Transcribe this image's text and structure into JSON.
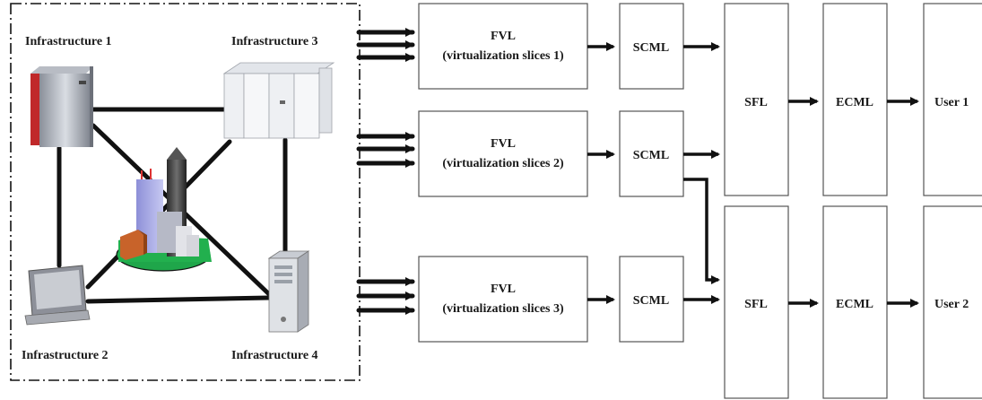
{
  "infrastructure": {
    "infra1": "Infrastructure 1",
    "infra2": "Infrastructure 2",
    "infra3": "Infrastructure 3",
    "infra4": "Infrastructure 4"
  },
  "slices": [
    {
      "title": "FVL",
      "subtitle": "(virtualization slices 1)"
    },
    {
      "title": "FVL",
      "subtitle": "(virtualization slices 2)"
    },
    {
      "title": "FVL",
      "subtitle": "(virtualization slices 3)"
    }
  ],
  "scml": [
    "SCML",
    "SCML",
    "SCML"
  ],
  "users": [
    {
      "sfl": "SFL",
      "ecml": "ECML",
      "user": "User 1"
    },
    {
      "sfl": "SFL",
      "ecml": "ECML",
      "user": "User 2"
    }
  ],
  "icons": {
    "infra1": "mainframe-server-icon",
    "infra2": "desktop-computer-icon",
    "infra3": "server-cabinet-icon",
    "infra4": "tower-pc-icon",
    "center": "city-network-icon"
  },
  "colors": {
    "line": "#111111",
    "box_border": "#555555",
    "mainframe_red": "#c0282a"
  }
}
